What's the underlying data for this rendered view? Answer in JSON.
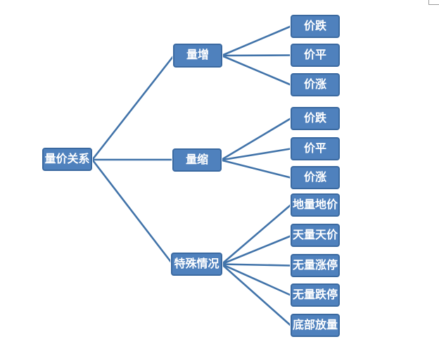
{
  "diagram": {
    "title_hint": "volume-price relationship tree",
    "root": {
      "label": "量价关系"
    },
    "branches": [
      {
        "label": "量增",
        "children": [
          {
            "label": "价跌"
          },
          {
            "label": "价平"
          },
          {
            "label": "价涨"
          }
        ]
      },
      {
        "label": "量缩",
        "children": [
          {
            "label": "价跌"
          },
          {
            "label": "价平"
          },
          {
            "label": "价涨"
          }
        ]
      },
      {
        "label": "特殊情况",
        "children": [
          {
            "label": "地量地价"
          },
          {
            "label": "天量天价"
          },
          {
            "label": "无量涨停"
          },
          {
            "label": "无量跌停"
          },
          {
            "label": "底部放量"
          }
        ]
      }
    ],
    "colors": {
      "node_fill": "#4F81BD",
      "node_border": "#3A69A0",
      "connector": "#4173A9",
      "node_text": "#FFFFFF",
      "background": "#FFFFFF",
      "corner_fragment_border": "#9B9B9B"
    }
  }
}
